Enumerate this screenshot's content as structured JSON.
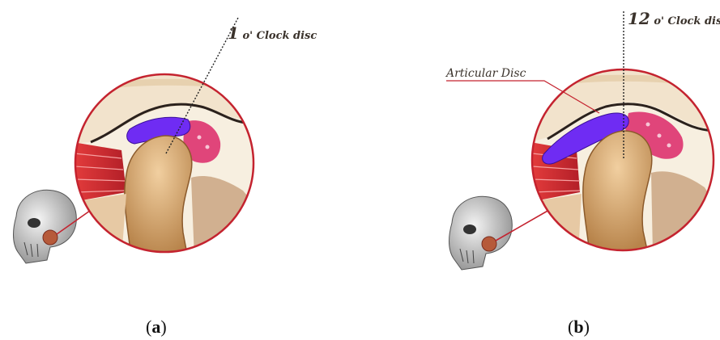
{
  "panel_a": {
    "label_number": "1",
    "label_text": " o' Clock disc",
    "caption_open": "(",
    "caption_letter": "a",
    "caption_close": ")"
  },
  "panel_b": {
    "label_number": "12",
    "label_text": " o' Clock disc",
    "disc_label": "Articular Disc",
    "caption_open": "(",
    "caption_letter": "b",
    "caption_close": ")"
  },
  "colors": {
    "disc": "#6f2cf3",
    "ring": "#c4232f",
    "bone": "#d9a46a",
    "retrodiscal": "#e0457a",
    "muscle": "#d53037",
    "fossa": "#f2e3cc"
  }
}
